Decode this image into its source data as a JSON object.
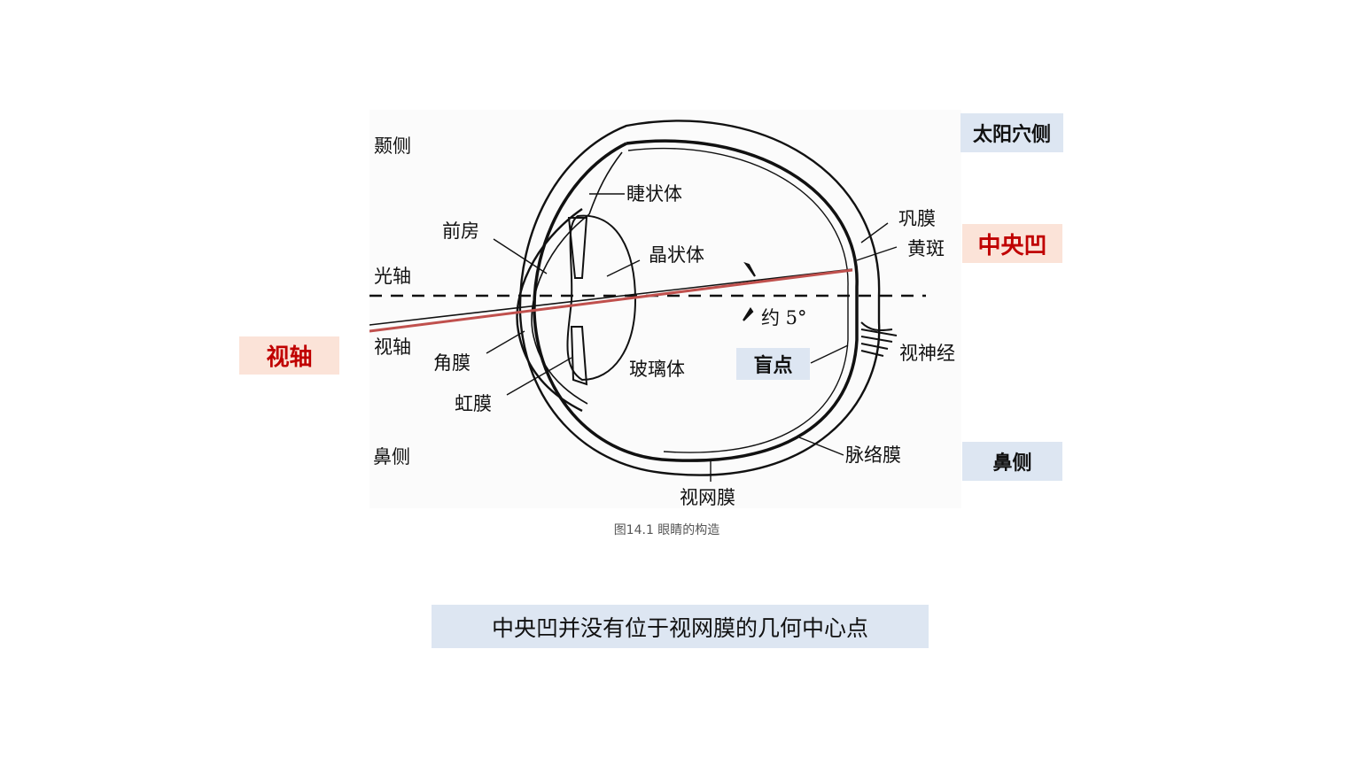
{
  "figure": {
    "caption": "图14.1    眼睛的构造",
    "side_labels": {
      "temporal": "颞侧",
      "nasal": "鼻侧",
      "optical_axis": "光轴",
      "visual_axis": "视轴"
    },
    "anatomy_labels": {
      "ciliary_body": "睫状体",
      "anterior_chamber": "前房",
      "lens": "晶状体",
      "sclera": "巩膜",
      "macula": "黄斑",
      "angle": "约 5°",
      "cornea": "角膜",
      "iris": "虹膜",
      "vitreous": "玻璃体",
      "optic_nerve": "视神经",
      "choroid": "脉络膜",
      "retina": "视网膜"
    },
    "colors": {
      "visual_axis_line": "#c0504d",
      "line": "#111111"
    }
  },
  "annotations": {
    "temple_side": "太阳穴侧",
    "fovea": "中央凹",
    "visual_axis": "视轴",
    "blind_spot": "盲点",
    "nasal_side": "鼻侧"
  },
  "annotation_colors": {
    "blue_bg": "#dde6f2",
    "pink_bg": "#fbe3d8",
    "red_text": "#c00000"
  },
  "conclusion": "中央凹并没有位于视网膜的几何中心点"
}
